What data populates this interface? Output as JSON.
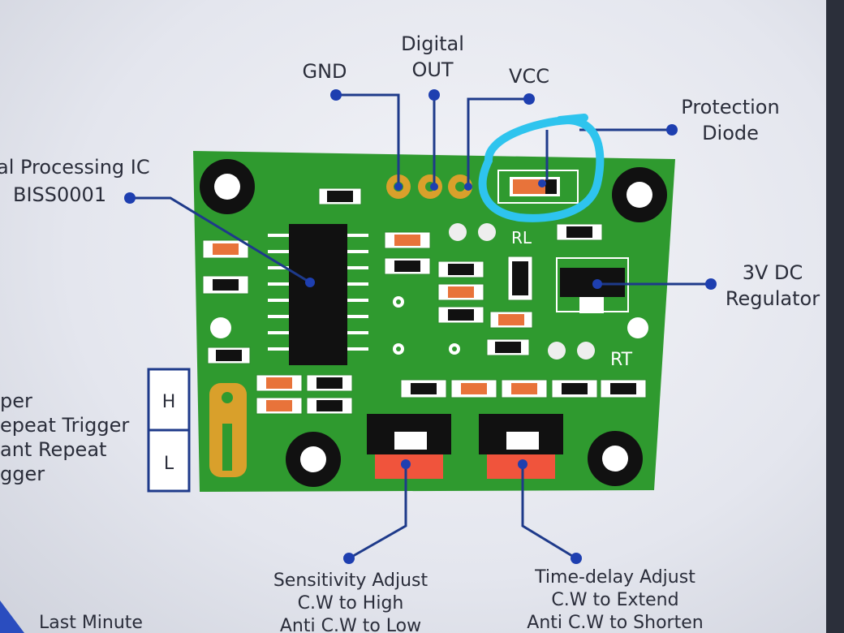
{
  "labels": {
    "gnd": "GND",
    "digital_out_line1": "Digital",
    "digital_out_line2": "OUT",
    "vcc": "VCC",
    "protection_diode_line1": "Protection",
    "protection_diode_line2": "Diode",
    "signal_ic_line1": "al Processing IC",
    "signal_ic_line2": "BISS0001",
    "regulator_line1": "3V DC",
    "regulator_line2": "Regulator",
    "trigger_line1": "per",
    "trigger_line2": "epeat Trigger",
    "trigger_line3": "ant Repeat",
    "trigger_line4": "gger",
    "jumper_h": "H",
    "jumper_l": "L",
    "sensitivity_line1": "Sensitivity Adjust",
    "sensitivity_line2": "C.W to High",
    "sensitivity_line3": "Anti C.W to Low",
    "timedelay_line1": "Time-delay Adjust",
    "timedelay_line2": "C.W to Extend",
    "timedelay_line3": "Anti C.W to Shorten",
    "silk_rl": "RL",
    "silk_rt": "RT",
    "footer_left": "Last Minute"
  },
  "colors": {
    "pcb_green": "#2f9a2f",
    "highlight_cyan": "#2ec4ee",
    "wire_blue": "#1e3a8a",
    "resistor_orange": "#e8733a",
    "jumper_gold": "#d9a02b"
  }
}
